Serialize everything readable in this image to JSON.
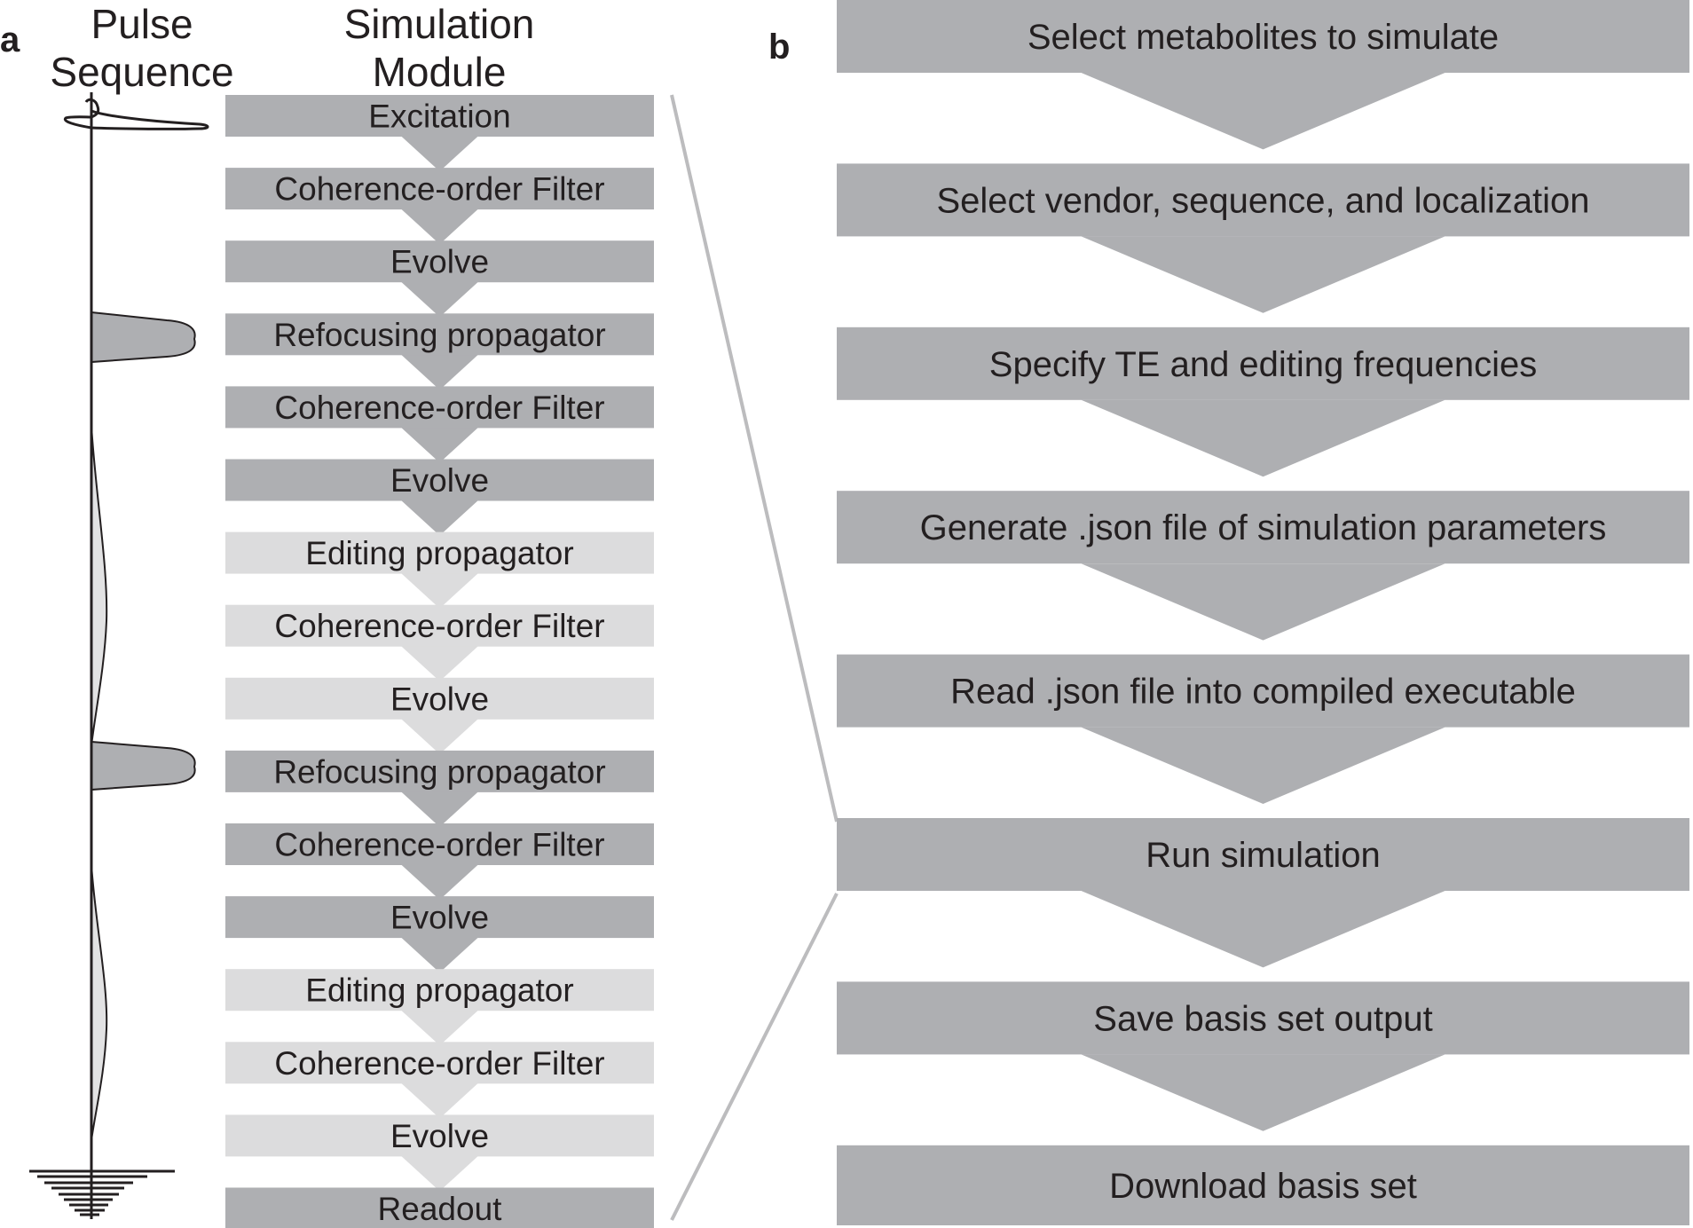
{
  "panel_a": {
    "letter": "a",
    "pulse_header": [
      "Pulse",
      "Sequence"
    ],
    "module_header": [
      "Simulation",
      "Module"
    ],
    "modules": [
      {
        "label": "Excitation",
        "shade": "dark"
      },
      {
        "label": "Coherence-order Filter",
        "shade": "dark"
      },
      {
        "label": "Evolve",
        "shade": "dark"
      },
      {
        "label": "Refocusing propagator",
        "shade": "dark"
      },
      {
        "label": "Coherence-order Filter",
        "shade": "dark"
      },
      {
        "label": "Evolve",
        "shade": "dark"
      },
      {
        "label": "Editing propagator",
        "shade": "light"
      },
      {
        "label": "Coherence-order Filter",
        "shade": "light"
      },
      {
        "label": "Evolve",
        "shade": "light"
      },
      {
        "label": "Refocusing propagator",
        "shade": "dark"
      },
      {
        "label": "Coherence-order Filter",
        "shade": "dark"
      },
      {
        "label": "Evolve",
        "shade": "dark"
      },
      {
        "label": "Editing propagator",
        "shade": "light"
      },
      {
        "label": "Coherence-order Filter",
        "shade": "light"
      },
      {
        "label": "Evolve",
        "shade": "light"
      },
      {
        "label": "Readout",
        "shade": "dark"
      }
    ]
  },
  "panel_b": {
    "letter": "b",
    "steps": [
      "Select metabolites to simulate",
      "Select vendor, sequence, and localization",
      "Specify TE and editing frequencies",
      "Generate .json file of simulation parameters",
      "Read .json file into compiled executable",
      "Run simulation",
      "Save basis set output",
      "Download basis set"
    ],
    "expanded_step_index": 5
  },
  "colors": {
    "dark_box": "#aeafb2",
    "light_box": "#dcdcdd",
    "connector": "#bcbcbe",
    "text": "#231f20",
    "line": "#231f20"
  }
}
